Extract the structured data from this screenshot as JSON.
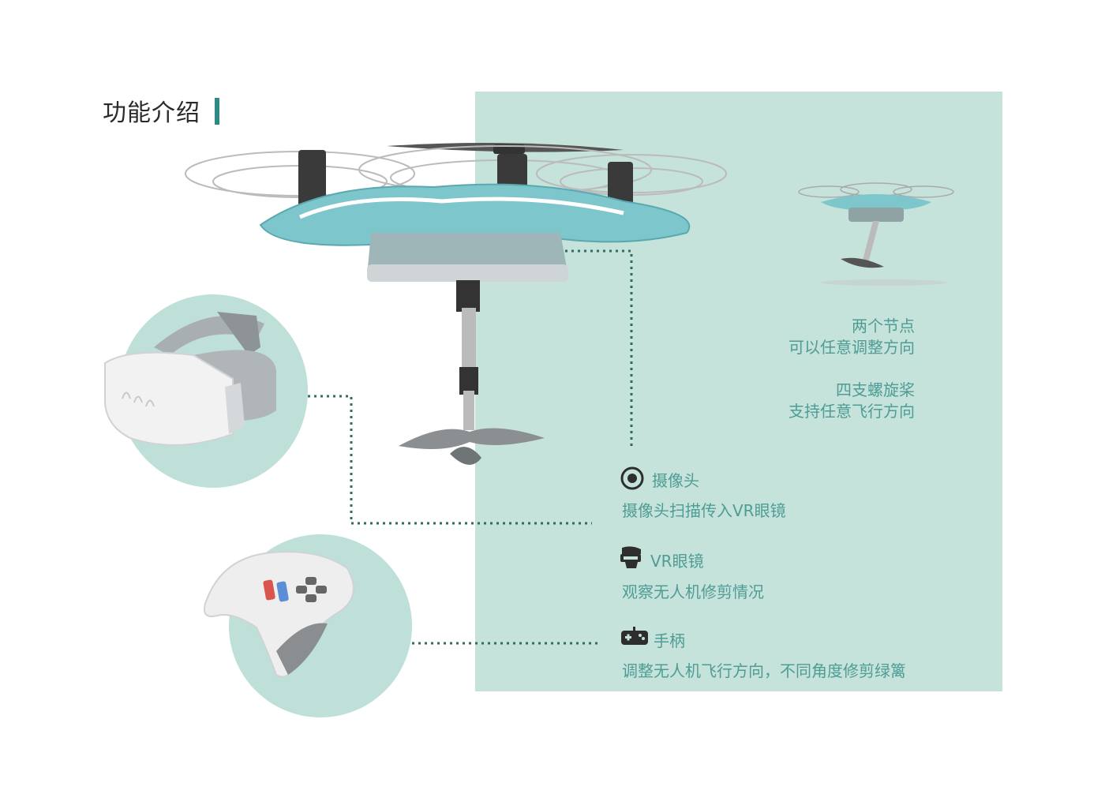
{
  "title": "功能介绍",
  "notes": [
    {
      "line1": "两个节点",
      "line2": "可以任意调整方向"
    },
    {
      "line1": "四支螺旋桨",
      "line2": "支持任意飞行方向"
    }
  ],
  "features": [
    {
      "icon": "camera-icon",
      "title": "摄像头",
      "desc": "摄像头扫描传入VR眼镜"
    },
    {
      "icon": "vr-headset-icon",
      "title": "VR眼镜",
      "desc": "观察无人机修剪情况"
    },
    {
      "icon": "gamepad-icon",
      "title": "手柄",
      "desc": "调整无人机飞行方向，不同角度修剪绿篱"
    }
  ],
  "colors": {
    "panel": "#c6e3db",
    "accent": "#2f8a86",
    "text": "#4e9c95",
    "drone_body": "#7cc6cc"
  }
}
